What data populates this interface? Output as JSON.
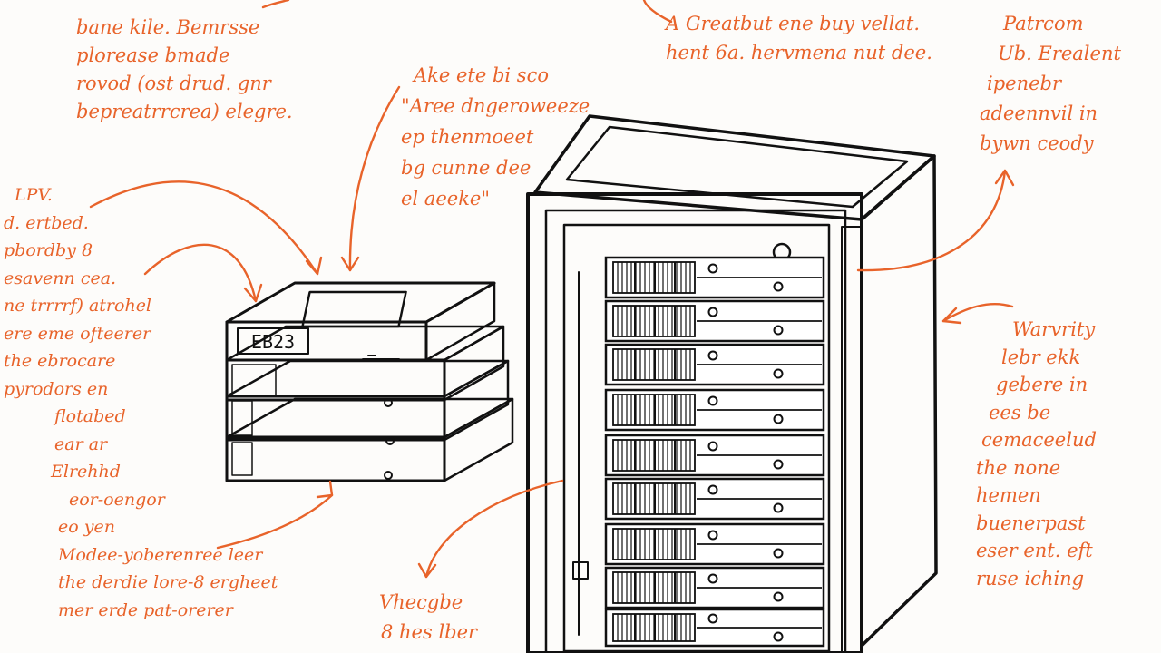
{
  "colors": {
    "ink": "#111111",
    "annotation": "#e8632a",
    "paper": "#fdfcfa"
  },
  "drive_label": "EB23",
  "notes": {
    "top_left": [
      "bane kile. Bemrsse",
      "plorease bmade",
      "rovod (ost drud. gnr",
      "bepreatrrcrea) elegre."
    ],
    "top_center": [
      "Ake ete bi sco",
      "\"Aree dngeroweeze",
      "ep thenmoeet",
      "bg cunne dee",
      "el aeeke\""
    ],
    "top_right_a": [
      "A Greatbut ene buy vellat.",
      "hent 6a. hervmena nut dee."
    ],
    "top_right_b": [
      "Patrcom",
      "Ub. Erealent",
      "ipenebr",
      "adeennvil in",
      "bywn ceody"
    ],
    "left": [
      "LPV.",
      "d. ertbed.",
      "pbordby 8",
      "esavenn cea.",
      "ne trrrrf) atrohel",
      "ere eme ofteerer",
      "the ebrocare",
      "pyrodors en",
      "flotabed",
      "ear ar",
      "Elrehhd",
      "eor-oengor",
      "eo yen",
      "Modee-yoberenree leer",
      "the derdie lore-8 ergheet",
      "mer erde pat-orerer"
    ],
    "right": [
      "Warvrity",
      "lebr ekk",
      "gebere in",
      "ees be",
      "cemaceelud",
      "the none",
      "hemen",
      "buenerpast",
      "eser ent. eft",
      "ruse iching"
    ],
    "bottom_center": [
      "Vhecgbe",
      "8 hes lber"
    ]
  }
}
